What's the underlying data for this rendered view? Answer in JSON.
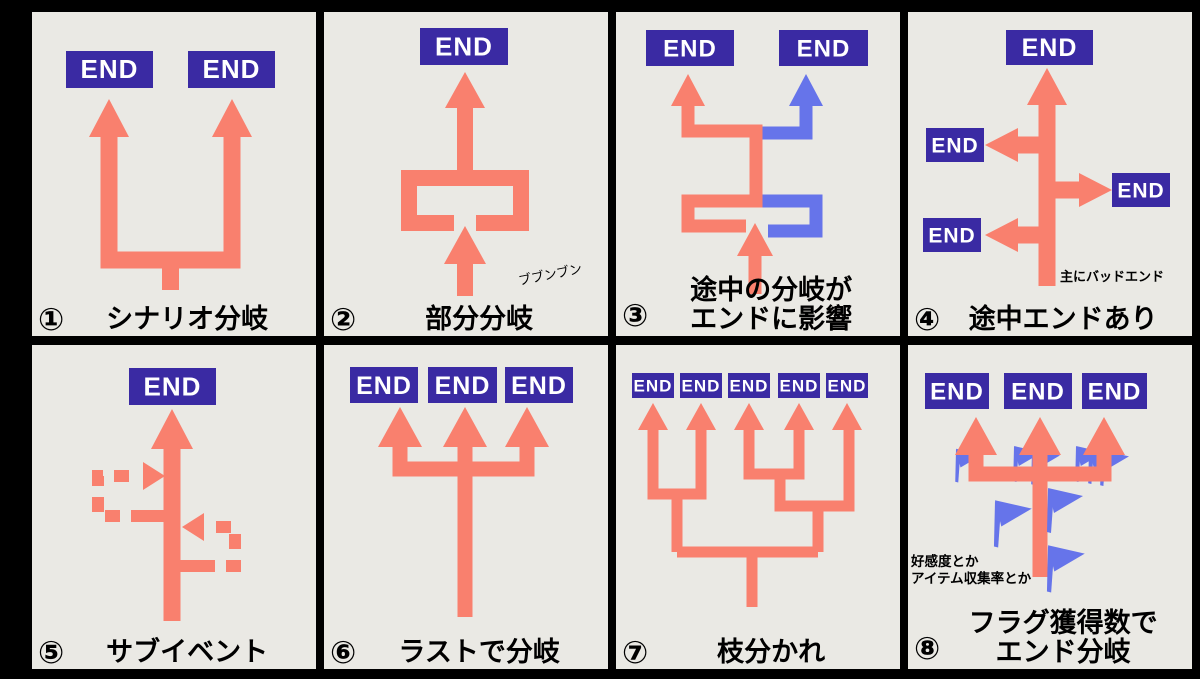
{
  "labels": {
    "end": "END"
  },
  "colors": {
    "frame": "#000000",
    "panel_bg": "#EAE9E4",
    "salmon": "#F9806E",
    "blue": "#6674EA",
    "end_box": "#3A2AA3",
    "end_text": "#FFFFFF",
    "text": "#000000"
  },
  "panels": [
    {
      "number": "①",
      "title": "シナリオ分岐"
    },
    {
      "number": "②",
      "title": "部分分岐",
      "note": "ブブンブン"
    },
    {
      "number": "③",
      "title_line1": "途中の分岐が",
      "title_line2": "エンドに影響"
    },
    {
      "number": "④",
      "title": "途中エンドあり",
      "note": "主にバッドエンド"
    },
    {
      "number": "⑤",
      "title": "サブイベント"
    },
    {
      "number": "⑥",
      "title": "ラストで分岐"
    },
    {
      "number": "⑦",
      "title": "枝分かれ"
    },
    {
      "number": "⑧",
      "title_line1": "フラグ獲得数で",
      "title_line2": "エンド分岐",
      "note_line1": "好感度とか",
      "note_line2": "アイテム収集率とか"
    }
  ]
}
